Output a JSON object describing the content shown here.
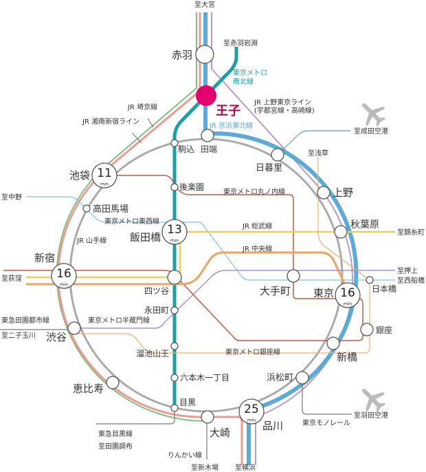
{
  "colors": {
    "yamanote": "#aaaaaa",
    "keihin": "#5aabd8",
    "utsunomiya": "#b99ad0",
    "saikyo": "#7cc07f",
    "shonan": "#f0998f",
    "namboku": "#1aa0a6",
    "marunouchi": "#c9563f",
    "tozai": "#7ec3e0",
    "sobu": "#f0cc58",
    "chuo": "#f2a25c",
    "hanzomon": "#9a7cc4",
    "ginza": "#f2b06a",
    "oji": "#e4006e"
  },
  "destinations": {
    "omiya": "至大宮",
    "akabaneiwabuchi": "至赤羽岩淵",
    "narita": "至成田空港",
    "asakusa": "至浅草",
    "kinshicho": "至錦糸町",
    "oshiage": "至押上",
    "nishifunabashi": "至西船橋",
    "nakano": "至中野",
    "ogikubo": "至荻窪",
    "futakotamagawa": "至二子玉川",
    "denenchofu": "至田園調布",
    "shinkiba": "至新木場",
    "yokohama": "至横浜",
    "haneda": "至羽田空港"
  },
  "lines": {
    "namboku": "東京メトロ\n南北線",
    "namboku1": "東京メトロ",
    "namboku2": "南北線",
    "ueno_tokyo1": "JR 上野東京ライン",
    "ueno_tokyo2": "(宇都宮線・高崎線)",
    "saikyo": "JR 埼京線",
    "shonan": "JR 湘南新宿ライン",
    "keihin": "JR 京浜東北線",
    "marunouchi": "東京メトロ丸ノ内線",
    "tozai": "東京メトロ東西線",
    "sobu": "JR 総武線",
    "yamanote": "JR 山手線",
    "chuo": "JR 中央線",
    "denentoshi": "東急田園都市線",
    "hanzomon": "東京メトロ半蔵門線",
    "ginza": "東京メトロ銀座線",
    "meguro": "東急目黒線",
    "rinkai": "りんかい線",
    "monorail": "東京モノレール"
  },
  "stations": {
    "akabane": "赤羽",
    "oji": "王子",
    "tabata": "田端",
    "komagome": "駒込",
    "nippori": "日暮里",
    "ueno": "上野",
    "akihabara": "秋葉原",
    "tokyo": "東京",
    "shinbashi": "新橋",
    "hamamatsucho": "浜松町",
    "shinagawa": "品川",
    "osaki": "大崎",
    "meguro": "目黒",
    "ebisu": "恵比寿",
    "shibuya": "渋谷",
    "shinjuku": "新宿",
    "takadanobaba": "高田馬場",
    "ikebukuro": "池袋",
    "iidabashi": "飯田橋",
    "korakuen": "後楽園",
    "yotsuya": "四ツ谷",
    "nagatacho": "永田町",
    "tameikesanno": "溜池山王",
    "roppongiitchome": "六本木一丁目",
    "otemachi": "大手町",
    "nihonbashi": "日本橋",
    "ginza": "銀座"
  },
  "times": {
    "ikebukuro": "11",
    "iidabashi": "13",
    "shinjuku": "16",
    "tokyo": "16",
    "shinagawa": "25",
    "unit": "min"
  }
}
